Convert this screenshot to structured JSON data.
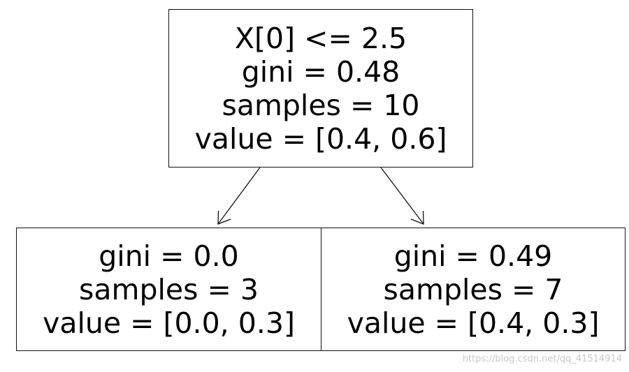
{
  "tree": {
    "root": {
      "lines": [
        "X[0] <= 2.5",
        "gini = 0.48",
        "samples = 10",
        "value = [0.4, 0.6]"
      ]
    },
    "left": {
      "lines": [
        "gini = 0.0",
        "samples = 3",
        "value = [0.0, 0.3]"
      ]
    },
    "right": {
      "lines": [
        "gini = 0.49",
        "samples = 7",
        "value = [0.4, 0.3]"
      ]
    }
  },
  "watermark": "https://blog.csdn.net/qq_41514914"
}
